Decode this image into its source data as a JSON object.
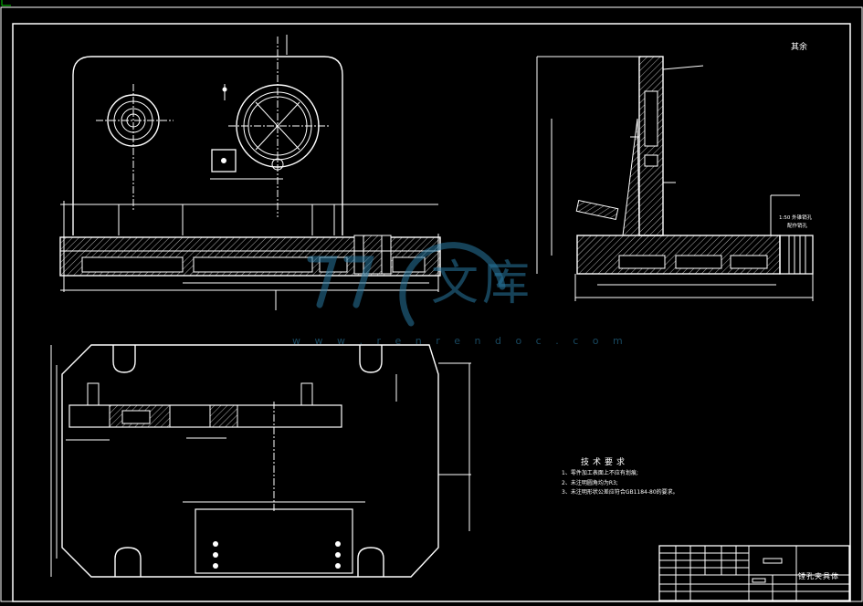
{
  "drawing": {
    "title_block_name": "镗孔夹具体",
    "surface_roughness_note": "其余",
    "section_ratio_note_line1": "1:50 外锥销孔",
    "section_ratio_note_line2": "配作销孔",
    "tech_requirements": {
      "title": "技术要求",
      "items": [
        "1、零件加工表面上不应有划痕;",
        "2、未注明圆角均为R3;",
        "3、未注明形状公差应符合GB1184-80的要求。"
      ]
    }
  },
  "watermark": {
    "text": "文库",
    "url": "w w w . r e n r e n d o c . c o m"
  },
  "colors": {
    "background": "#000000",
    "line": "#ffffff",
    "watermark": "#2878a0",
    "axis_marker": "#00cc00"
  }
}
